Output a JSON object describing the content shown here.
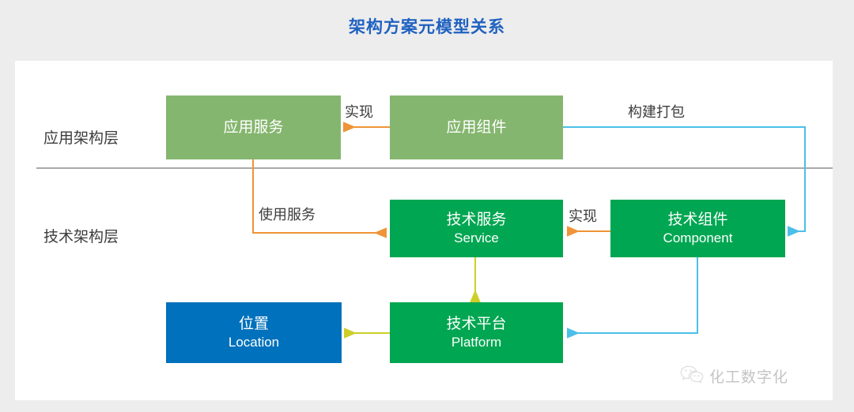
{
  "title": "架构方案元模型关系",
  "colors": {
    "title": "#1f61c0",
    "page_background": "#ededed",
    "canvas_background": "#ffffff",
    "light_green": "#85b66f",
    "green": "#00a651",
    "blue": "#0071bc",
    "orange_arrow": "#ef9438",
    "cyan_arrow": "#4cbfe8",
    "olive_arrow": "#cdcf28",
    "divider": "#a9a9a9"
  },
  "layers": [
    {
      "id": "application-layer",
      "label": "应用架构层"
    },
    {
      "id": "technology-layer",
      "label": "技术架构层"
    }
  ],
  "nodes": [
    {
      "id": "application-service",
      "zh": "应用服务",
      "en": "",
      "color": "light_green"
    },
    {
      "id": "application-component",
      "zh": "应用组件",
      "en": "",
      "color": "light_green"
    },
    {
      "id": "technology-service",
      "zh": "技术服务",
      "en": "Service",
      "color": "green"
    },
    {
      "id": "technology-component",
      "zh": "技术组件",
      "en": "Component",
      "color": "green"
    },
    {
      "id": "location",
      "zh": "位置",
      "en": "Location",
      "color": "blue"
    },
    {
      "id": "technology-platform",
      "zh": "技术平台",
      "en": "Platform",
      "color": "green"
    }
  ],
  "edges": [
    {
      "id": "realize-app",
      "label": "实现",
      "from": "application-component",
      "to": "application-service",
      "color": "orange_arrow"
    },
    {
      "id": "build-package",
      "label": "构建打包",
      "from": "application-component",
      "to": "technology-component",
      "color": "cyan_arrow"
    },
    {
      "id": "use-service",
      "label": "使用服务",
      "from": "application-service",
      "to": "technology-service",
      "color": "orange_arrow"
    },
    {
      "id": "realize-tech",
      "label": "实现",
      "from": "technology-component",
      "to": "technology-service",
      "color": "orange_arrow"
    },
    {
      "id": "service-to-platform",
      "label": "",
      "from": "technology-service",
      "to": "technology-platform",
      "color": "olive_arrow"
    },
    {
      "id": "platform-to-location",
      "label": "",
      "from": "technology-platform",
      "to": "location",
      "color": "olive_arrow"
    },
    {
      "id": "component-to-platform",
      "label": "",
      "from": "technology-component",
      "to": "technology-platform",
      "color": "cyan_arrow"
    }
  ],
  "watermark": {
    "icon": "wechat-icon",
    "text": "化工数字化"
  }
}
